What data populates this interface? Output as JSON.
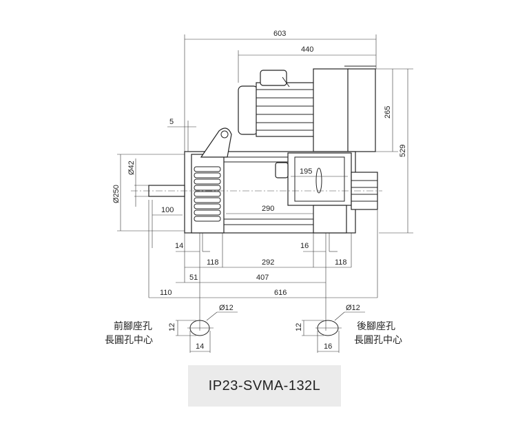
{
  "dimensions": {
    "overall_length": "603",
    "motor_length": "440",
    "top_height": "265",
    "total_height": "529",
    "flange_offset": "5",
    "shaft_diameter": "Ø42",
    "frame_diameter": "Ø250",
    "shaft_length": "100",
    "terminal_width": "195",
    "body_length": "290",
    "front_foot_slot": "14",
    "rear_foot_slot": "16",
    "foot_front": "118",
    "foot_span": "292",
    "foot_rear": "118",
    "offset_51": "51",
    "span_407": "407",
    "offset_110": "110",
    "span_616": "616",
    "front_hole_dia": "Ø12",
    "rear_hole_dia": "Ø12",
    "front_hole_height": "12",
    "rear_hole_height": "12",
    "front_hole_width": "14",
    "rear_hole_width": "16"
  },
  "labels": {
    "front_hole_line1": "前腳座孔",
    "front_hole_line2": "長圓孔中心",
    "rear_hole_line1": "後腳座孔",
    "rear_hole_line2": "長圓孔中心"
  },
  "model": "IP23-SVMA-132L"
}
